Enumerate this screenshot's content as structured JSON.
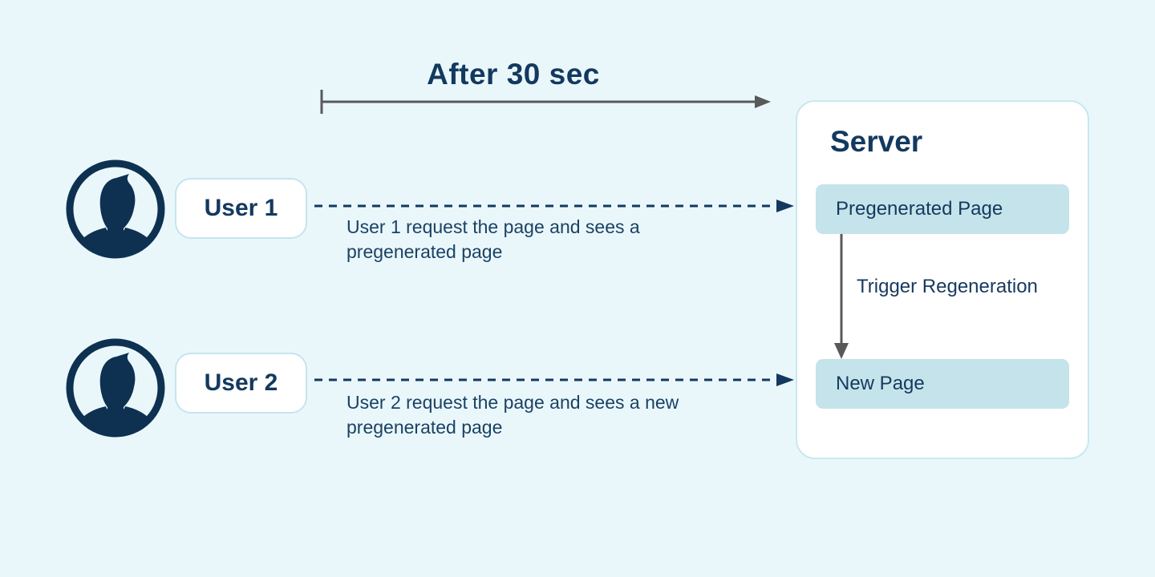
{
  "diagram_title": "After 30 sec",
  "timeline": {
    "label": "After 30 sec"
  },
  "server": {
    "title": "Server",
    "pregenerated_label": "Pregenerated Page",
    "trigger_label": "Trigger Regeneration",
    "new_page_label": "New Page"
  },
  "users": [
    {
      "label": "User 1",
      "caption": "User 1 request the page and sees a pregenerated page"
    },
    {
      "label": "User 2",
      "caption": "User 2 request the page and sees a new pregenerated page"
    }
  ],
  "colors": {
    "background": "#e9f7fb",
    "navy_text": "#13395f",
    "caption_text": "#1b4164",
    "avatar_navy": "#0e3151",
    "teal_box": "#c5e3ea",
    "card_border": "#c9e7f0",
    "gray_arrow": "#58595b",
    "dashed_arrow": "#14395f",
    "card_background": "#ffffff"
  }
}
